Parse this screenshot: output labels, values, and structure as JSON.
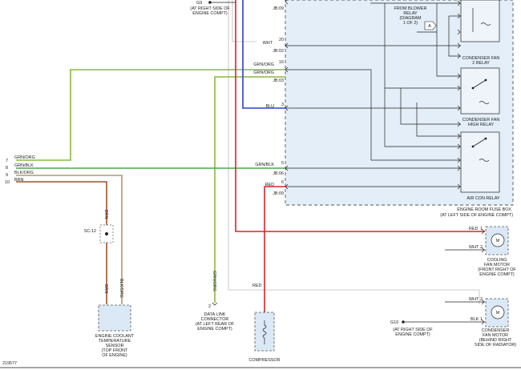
{
  "diagram_id": "219577",
  "colors": {
    "grn_org": "#8ab83c",
    "grn_blk": "#4aa84a",
    "blk_org": "#b9956a",
    "brn": "#a0522d",
    "red": "#e0202a",
    "blu": "#2a3fd0",
    "fuse_box_fill": "#e3eef8",
    "sensor_fill": "#dbe9f6"
  },
  "ground_g9": {
    "label": "G9",
    "location": "(AT RIGHT SIDE OF\nENGINE COMPT)"
  },
  "ground_g10": {
    "label": "G10",
    "location": "(AT RIGHT SIDE OF\nENGINE COMPT)"
  },
  "fuse_box": {
    "title": "ENGINE ROOM FUSE BOX",
    "location": "(AT LEFT SIDE OF ENGINE COMPT)",
    "blower_note": "FROM BLOWER\nRELAY\n(DIAGRAM\n1 OF 2)",
    "blower_tag": "A",
    "relays": {
      "condenser_fan_2": "CONDENSER FAN\n2 RELAY",
      "condenser_fan_high": "CONDENSER FAN\nHIGH RELAY",
      "air_con": "AIR CON RELAY"
    }
  },
  "fuse_pins": {
    "top": {
      "connector": "JB:09"
    },
    "p20": {
      "pin": "20",
      "wire": "WHT",
      "connector": "JB:02"
    },
    "p16": {
      "pin": "16",
      "wire": "GRN/ORG"
    },
    "pgo": {
      "wire": "GRN/ORG",
      "connector": "JB:03"
    },
    "p3": {
      "pin": "3",
      "wire": "BLU"
    },
    "p5": {
      "pin": "5",
      "wire": "GRN/BLK",
      "connector": "JB:06"
    },
    "p6": {
      "pin": "6",
      "wire": "RED",
      "connector": "JB:09"
    }
  },
  "left_connector": {
    "pins": [
      {
        "num": "7",
        "wire": "GRN/ORG"
      },
      {
        "num": "8",
        "wire": "GRN/BLK"
      },
      {
        "num": "9",
        "wire": "BLK/ORG"
      },
      {
        "num": "10",
        "wire": "BRN"
      }
    ]
  },
  "sensor_wires": {
    "brn_top": "BRN",
    "brn_bottom": "BRN",
    "blk_org": "BLK/ORG"
  },
  "splice": {
    "label": "SC-12"
  },
  "engine_coolant_sensor": {
    "label": "ENGINE COOLANT\nTEMPERATURE\nSENSOR\n(TOP FRONT\nOF ENGINE)"
  },
  "data_link": {
    "pin": "2",
    "wire": "GRN/ORG",
    "label": "DATA LINK\nCONNECTOR\n(AT LEFT REAR OF\nENGINE COMPT)"
  },
  "compressor": {
    "wire": "RED",
    "label": "COMPRESSOR"
  },
  "cooling_fan_motor": {
    "pins": [
      {
        "num": "1",
        "wire": "RED"
      },
      {
        "num": "2",
        "wire": "WHT"
      }
    ],
    "symbol": "M",
    "label": "COOLING\nFAN MOTOR\n(FRONT RIGHT OF\nENGINE COMPT)"
  },
  "condenser_fan_motor": {
    "pins": [
      {
        "num": "2",
        "wire": "WHT"
      },
      {
        "num": "1",
        "wire": "BLK"
      }
    ],
    "symbol": "M",
    "label": "CONDENSER\nFAN MOTOR\n(BEHIND RIGHT\nSIDE OF RADIATOR)"
  }
}
